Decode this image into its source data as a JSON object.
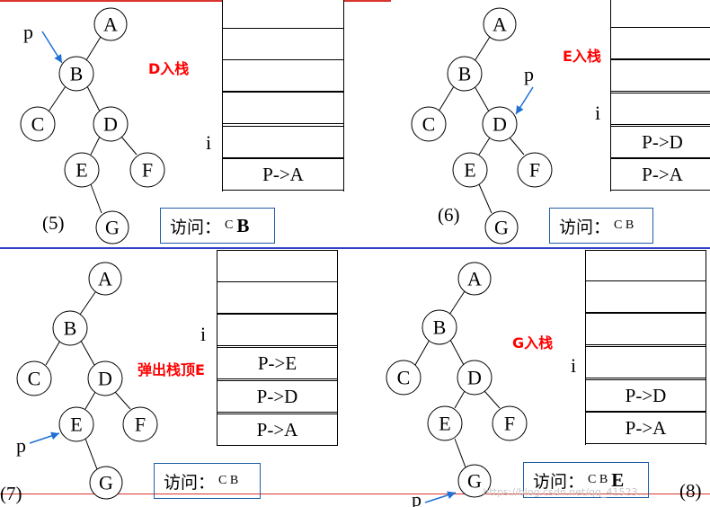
{
  "node_labels": {
    "A": "A",
    "B": "B",
    "C": "C",
    "D": "D",
    "E": "E",
    "F": "F",
    "G": "G"
  },
  "pointer_label": "p",
  "index_label": "i",
  "visit_prefix": "访问：",
  "panels": [
    {
      "id": "5",
      "step": "(5)",
      "action": "D入栈",
      "stack": [
        "",
        "",
        "",
        "",
        "",
        "P->A"
      ],
      "visited_seq": "C",
      "visited_new": "B",
      "pointer_at": "B"
    },
    {
      "id": "6",
      "step": "(6)",
      "action": "E入栈",
      "stack": [
        "",
        "",
        "",
        "",
        "P->D",
        "P->A"
      ],
      "visited_seq": "C B",
      "visited_new": "",
      "pointer_at": "D"
    },
    {
      "id": "7",
      "step": "(7)",
      "action": "弹出栈顶E",
      "stack": [
        "",
        "",
        "",
        "P->E",
        "P->D",
        "P->A"
      ],
      "visited_seq": "C B",
      "visited_new": "",
      "pointer_at": "E"
    },
    {
      "id": "8",
      "step": "(8)",
      "action": "G入栈",
      "stack": [
        "",
        "",
        "",
        "",
        "P->D",
        "P->A"
      ],
      "visited_seq": "C B",
      "visited_new": "E",
      "pointer_at": "G"
    }
  ],
  "colors": {
    "action": "#ff0000",
    "arrow": "#1f6fd6",
    "visit_border": "#1f5fa8",
    "divider_top": "#d9342b",
    "divider_mid": "#2f3fc7",
    "divider_bottom": "#d9342b"
  },
  "watermark": "https://blog.csdn.net/qq_41523..."
}
